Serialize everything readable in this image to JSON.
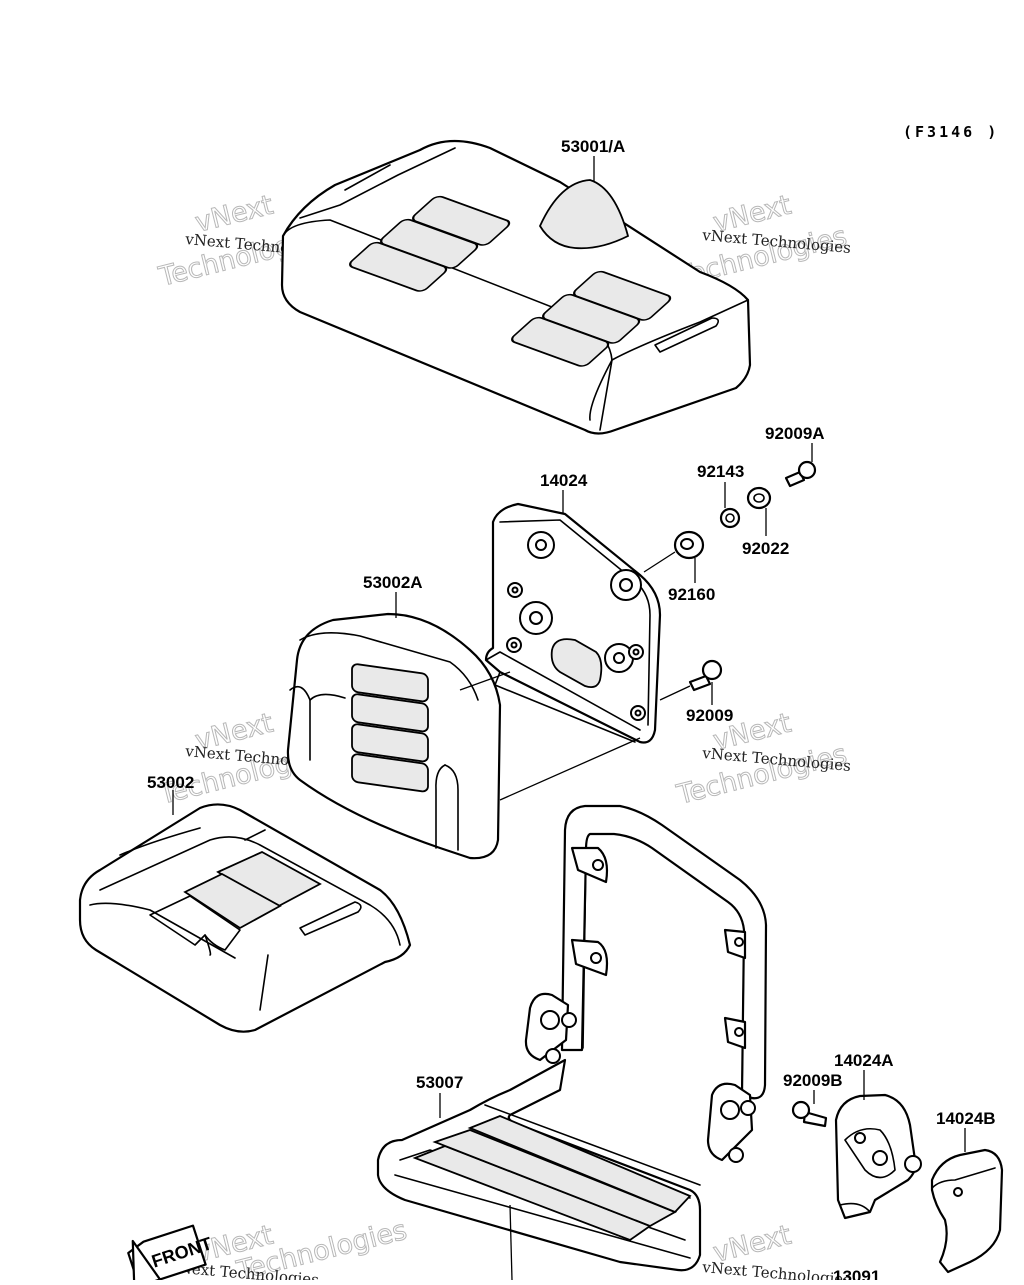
{
  "diagram_code": "(F3146 )",
  "labels": {
    "seat_top": "53001/A",
    "bracket_plate": "14024",
    "bolt_a": "92009A",
    "spacer": "92143",
    "nut": "92022",
    "damper": "92160",
    "seat_back": "53002A",
    "bolt": "92009",
    "seat_cushion": "53002",
    "seat_frame": "53007",
    "bolt_b": "92009B",
    "hinge_bracket": "14024A",
    "cover": "14024B",
    "partial_bottom": "13091"
  },
  "front_marker": "FRONT",
  "watermark": {
    "line_small": "vNext Technologies",
    "line_big_1": "vNext",
    "line_big_2": "Technologies"
  }
}
